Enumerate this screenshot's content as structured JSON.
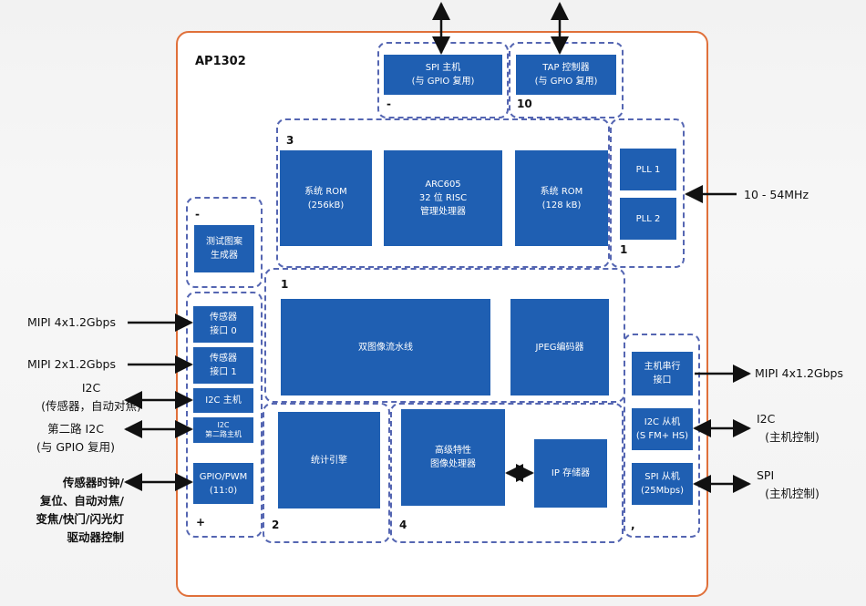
{
  "chip": {
    "name": "AP1302"
  },
  "groups": {
    "spi_master": {
      "number": "-"
    },
    "tap": {
      "number": "10"
    },
    "cpu": {
      "number": "3"
    },
    "pll": {
      "number": "1"
    },
    "test": {
      "number": "-"
    },
    "sensor": {
      "number": "+"
    },
    "pipeline": {
      "number": "1"
    },
    "host": {
      "number": ","
    },
    "stats": {
      "number": "2"
    },
    "advanced": {
      "number": "4"
    }
  },
  "blocks": {
    "spi_master": {
      "line1": "SPI 主机",
      "line2": "(与 GPIO 复用)"
    },
    "tap": {
      "line1": "TAP 控制器",
      "line2": "(与 GPIO 复用)"
    },
    "rom1": {
      "line1": "系统 ROM",
      "line2": "(256kB)"
    },
    "cpu": {
      "line1": "ARC605",
      "line2": "32 位 RISC",
      "line3": "管理处理器"
    },
    "rom2": {
      "line1": "系统 ROM",
      "line2": "(128 kB)"
    },
    "pll1": {
      "label": "PLL 1"
    },
    "pll2": {
      "label": "PLL 2"
    },
    "test_pattern": {
      "line1": "测试图案",
      "line2": "生成器"
    },
    "sensor_if0": {
      "line1": "传感器",
      "line2": "接口 0"
    },
    "sensor_if1": {
      "line1": "传感器",
      "line2": "接口 1"
    },
    "i2c_master": {
      "label": "I2C 主机"
    },
    "i2c_second": {
      "line1": "I2C",
      "line2": "第二路主机"
    },
    "gpio": {
      "line1": "GPIO/PWM",
      "line2": "(11:0)"
    },
    "pipeline": {
      "label": "双图像流水线"
    },
    "jpeg": {
      "label": "JPEG编码器"
    },
    "host_serial": {
      "line1": "主机串行",
      "line2": "接口"
    },
    "i2c_slave": {
      "line1": "I2C 从机",
      "line2": "(S FM+ HS)"
    },
    "spi_slave": {
      "line1": "SPI 从机",
      "line2": "(25Mbps)"
    },
    "stats": {
      "label": "统计引擎"
    },
    "adv": {
      "line1": "高级特性",
      "line2": "图像处理器"
    },
    "ip_store": {
      "label": "IP 存储器"
    }
  },
  "external": {
    "clock": "10 - 54MHz",
    "mipi_in0": "MIPI 4x1.2Gbps",
    "mipi_in1": "MIPI 2x1.2Gbps",
    "i2c_sensor_1": "I2C",
    "i2c_sensor_2": "(传感器，自动对焦)",
    "i2c_second_1": "第二路 I2C",
    "i2c_second_2": "(与 GPIO 复用)",
    "gpio_1": "传感器时钟/",
    "gpio_2": "复位、自动对焦/",
    "gpio_3": "变焦/快门/闪光灯",
    "gpio_4": "驱动器控制",
    "mipi_out": "MIPI 4x1.2Gbps",
    "i2c_host_1": "I2C",
    "i2c_host_2": "(主机控制)",
    "spi_host_1": "SPI",
    "spi_host_2": "(主机控制)"
  },
  "colors": {
    "block": "#1f5fb2",
    "dash": "#5566b2",
    "chip_border": "#e0703a",
    "arrow": "#111111"
  }
}
